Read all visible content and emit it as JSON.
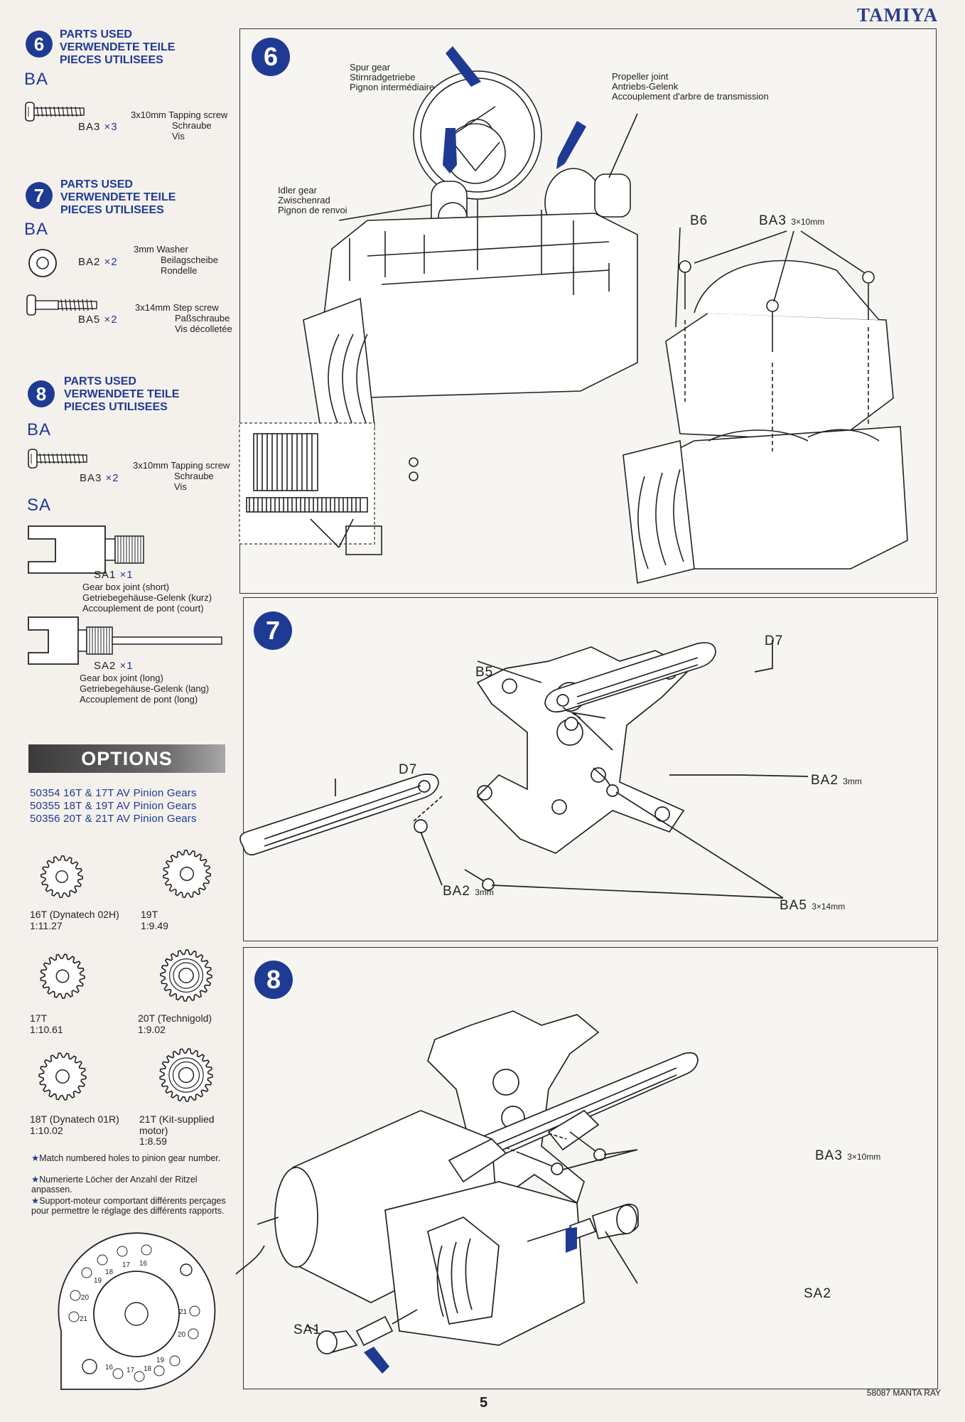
{
  "brand": "TAMIYA",
  "parts_used_label": [
    "PARTS USED",
    "VERWENDETE TEILE",
    "PIECES UTILISEES"
  ],
  "sections": [
    {
      "step": "6",
      "bag": "BA",
      "parts": [
        {
          "code": "BA3",
          "qty": "×3",
          "desc": [
            "3x10mm Tapping screw",
            "Schraube",
            "Vis"
          ]
        }
      ]
    },
    {
      "step": "7",
      "bag": "BA",
      "parts": [
        {
          "code": "BA2",
          "qty": "×2",
          "desc": [
            "3mm Washer",
            "Beilagscheibe",
            "Rondelle"
          ]
        },
        {
          "code": "BA5",
          "qty": "×2",
          "desc": [
            "3x14mm Step screw",
            "Paßschraube",
            "Vis décolletée"
          ]
        }
      ]
    },
    {
      "step": "8",
      "bag": "BA",
      "parts": [
        {
          "code": "BA3",
          "qty": "×2",
          "desc": [
            "3x10mm Tapping screw",
            "Schraube",
            "Vis"
          ]
        }
      ],
      "bag2": "SA",
      "parts2": [
        {
          "code": "SA1",
          "qty": "×1",
          "desc": [
            "Gear box joint (short)",
            "Getriebegehäuse-Gelenk (kurz)",
            "Accouplement de pont (court)"
          ]
        },
        {
          "code": "SA2",
          "qty": "×1",
          "desc": [
            "Gear box joint (long)",
            "Getriebegehäuse-Gelenk (lang)",
            "Accouplement de pont (long)"
          ]
        }
      ]
    }
  ],
  "options": {
    "title": "OPTIONS",
    "items": [
      "50354 16T & 17T AV Pinion Gears",
      "50355 18T & 19T AV Pinion Gears",
      "50356 20T & 21T AV Pinion Gears"
    ],
    "gears": [
      {
        "label": "16T (Dynatech 02H)",
        "ratio": "1:11.27"
      },
      {
        "label": "19T",
        "ratio": "1:9.49"
      },
      {
        "label": "17T",
        "ratio": "1:10.61"
      },
      {
        "label": "20T (Technigold)",
        "ratio": "1:9.02"
      },
      {
        "label": "18T (Dynatech 01R)",
        "ratio": "1:10.02"
      },
      {
        "label": "21T (Kit-supplied motor)",
        "ratio": "1:8.59"
      }
    ],
    "notes": [
      "Match numbered holes to pinion gear number.",
      "Numerierte Löcher der Anzahl der Ritzel anpassen.",
      "Support-moteur comportant différents perçages pour permettre le réglage des différents rapports."
    ],
    "plate_numbers": [
      "17",
      "16",
      "18",
      "19",
      "20",
      "21",
      "21",
      "20",
      "16",
      "17",
      "18",
      "19"
    ]
  },
  "step6": {
    "step": "6",
    "spur_gear": [
      "Spur gear",
      "Stirnradgetriebe",
      "Pignon intermédiaire"
    ],
    "propeller_joint": [
      "Propeller joint",
      "Antriebs-Gelenk",
      "Accouplement d'arbre de transmission"
    ],
    "idler_gear": [
      "Idler gear",
      "Zwischenrad",
      "Pignon de renvoi"
    ],
    "b6": "B6",
    "ba3": "BA3",
    "ba3_size": "3×10mm"
  },
  "step7": {
    "step": "7",
    "b5": "B5",
    "d7_right": "D7",
    "d7_left": "D7",
    "ba2_right": "BA2",
    "ba2_right_size": "3mm",
    "ba2_left": "BA2",
    "ba2_left_size": "3mm",
    "ba5": "BA5",
    "ba5_size": "3×14mm"
  },
  "step8": {
    "step": "8",
    "ba3": "BA3",
    "ba3_size": "3×10mm",
    "sa2": "SA2",
    "sa1": "SA1"
  },
  "page_number": "5",
  "model": "58087 MANTA RAY"
}
